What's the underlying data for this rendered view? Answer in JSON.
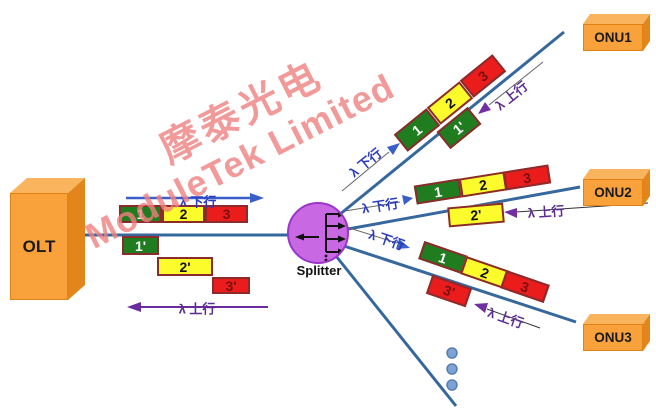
{
  "watermark": {
    "line1": "摩泰光电",
    "line2": "ModuleTek Limited"
  },
  "nodes": {
    "olt": {
      "label": "OLT"
    },
    "splitter": {
      "label": "Splitter"
    },
    "onu1": {
      "label": "ONU1"
    },
    "onu2": {
      "label": "ONU2"
    },
    "onu3": {
      "label": "ONU3"
    }
  },
  "flow_labels": {
    "downstream": "λ 下行",
    "upstream": "λ 上行"
  },
  "frames": {
    "downstream": [
      "1",
      "2",
      "3"
    ],
    "upstream": [
      "1'",
      "2'",
      "3'"
    ]
  },
  "more_onus_indicator": {
    "dot_count": 3
  },
  "colors": {
    "frame_green": "#1F7D1F",
    "frame_yellow": "#FCFC2C",
    "frame_red": "#EA1C1C",
    "frame_border": "#8B2B2B",
    "fiber_blue": "#36689E",
    "downstream_blue": "#2B3BBF",
    "upstream_purple": "#5C2D91",
    "splitter_purple": "#C869E3",
    "node_orange": "#F9A23C",
    "watermark_red": "#F08080"
  }
}
